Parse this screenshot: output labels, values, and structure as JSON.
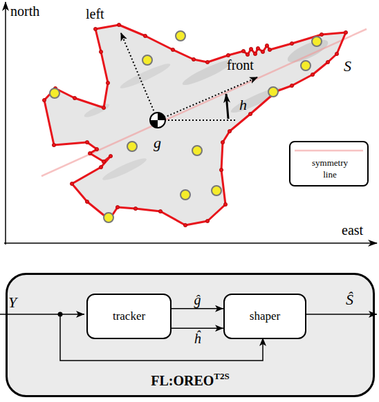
{
  "diagram": {
    "nodes": [
      {
        "text": [
          "FL:OREO",
          "T2S"
        ]
      },
      {
        "text": [
          "tracker"
        ],
        "in": 0
      },
      {
        "text": [
          "shaper"
        ],
        "in": 0
      }
    ],
    "edges": [
      {
        "from": 1,
        "to": 2,
        "arrow": "to",
        "label": "ĝ"
      },
      {
        "from": 1,
        "to": 2,
        "arrow": "to",
        "label": "ĥ"
      }
    ],
    "labels": [
      "north",
      "east",
      "left",
      "front",
      "h",
      "g",
      "S",
      "Y",
      "Ŝ"
    ],
    "legend": [
      {
        "text": "symmetry line"
      }
    ]
  }
}
